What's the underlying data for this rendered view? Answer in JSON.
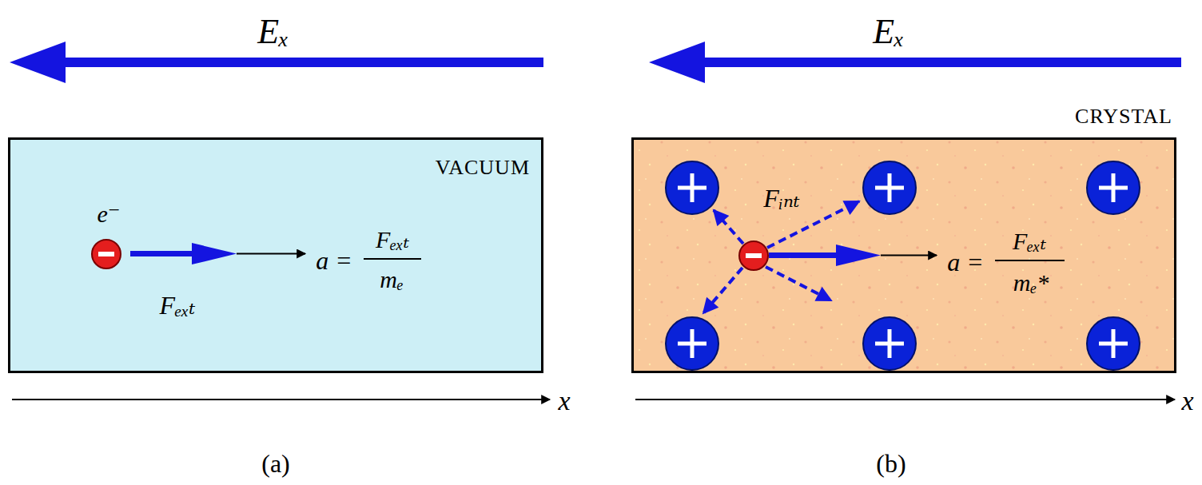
{
  "diagram": {
    "nodes": [
      {
        "text": [
          "VACUUM"
        ]
      },
      {
        "text": [
          "CRYSTAL"
        ]
      }
    ],
    "labels": [
      "Eₓ",
      "Eₓ",
      "e⁻",
      "Fₑₓₜ",
      "a =",
      "Fₑₓₜ",
      "mₑ",
      "Fᵢₙₜ",
      "a =",
      "Fₑₓₜ",
      "mₑ*",
      "x",
      "x",
      "(a)",
      "(b)"
    ]
  }
}
